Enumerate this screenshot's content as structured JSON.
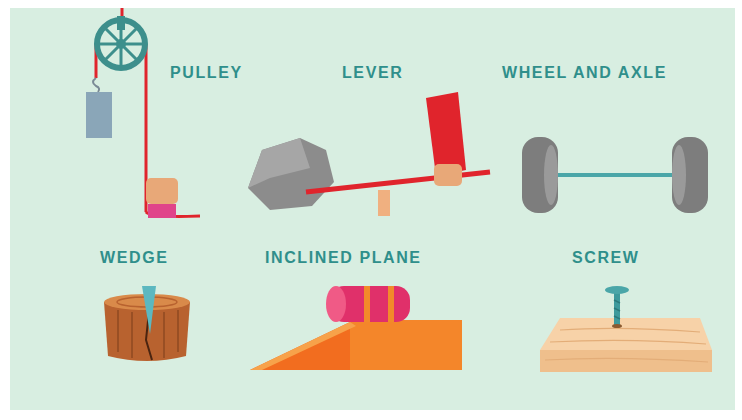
{
  "diagram": {
    "labels": [
      "PULLEY",
      "LEVER",
      "WHEEL AND AXLE",
      "WEDGE",
      "INCLINED PLANE",
      "SCREW"
    ]
  }
}
